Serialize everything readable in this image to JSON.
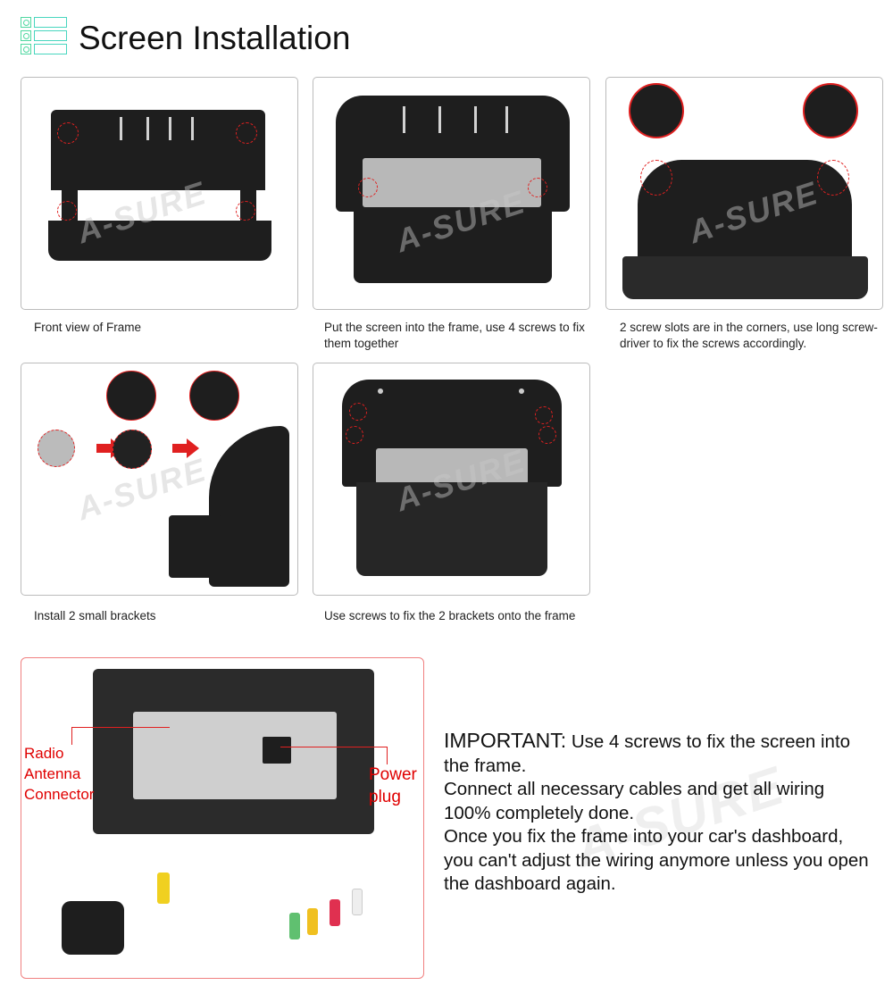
{
  "header": {
    "title": "Screen Installation",
    "icon": "list-icon"
  },
  "watermark": "A-SURE",
  "steps": [
    {
      "caption": "Front view of Frame"
    },
    {
      "caption": "Put the screen into the frame, use 4 screws to fix them together"
    },
    {
      "caption": "2 screw slots are in the corners, use long screw-driver to fix the screws accordingly."
    },
    {
      "caption": "Install 2 small brackets"
    },
    {
      "caption": "Use screws to fix the 2 brackets onto the frame"
    }
  ],
  "wiring": {
    "labels": {
      "antenna": "Radio Antenna Connector",
      "power": "Power plug"
    }
  },
  "important": {
    "heading": "IMPORTANT:",
    "line1": "Use 4 screws to fix the screen into the frame.",
    "line2": "Connect all necessary cables and get all wiring 100% completely done.",
    "line3": "Once you fix the frame into your car's dashboard, you can't adjust the wiring anymore unless you open the dashboard again."
  },
  "colors": {
    "accent": "#e00000",
    "icon": "#4ed8a0"
  }
}
